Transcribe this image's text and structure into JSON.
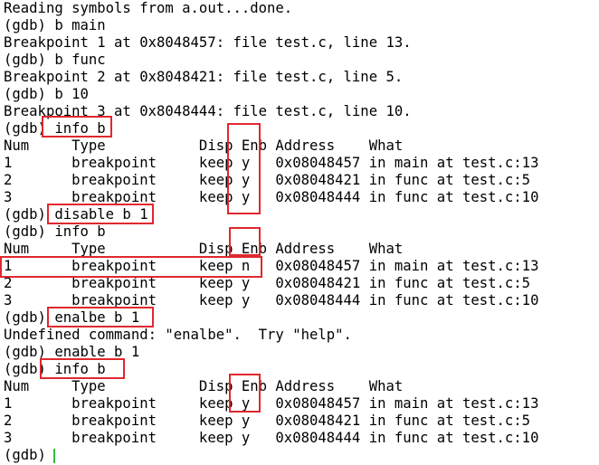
{
  "terminal": {
    "lines": [
      "Reading symbols from a.out...done.",
      "(gdb) b main",
      "Breakpoint 1 at 0x8048457: file test.c, line 13.",
      "(gdb) b func",
      "Breakpoint 2 at 0x8048421: file test.c, line 5.",
      "(gdb) b 10",
      "Breakpoint 3 at 0x8048444: file test.c, line 10.",
      "(gdb) info b",
      "Num     Type           Disp Enb Address    What",
      "1       breakpoint     keep y   0x08048457 in main at test.c:13",
      "2       breakpoint     keep y   0x08048421 in func at test.c:5",
      "3       breakpoint     keep y   0x08048444 in func at test.c:10",
      "(gdb) disable b 1",
      "(gdb) info b",
      "Num     Type           Disp Enb Address    What",
      "1       breakpoint     keep n   0x08048457 in main at test.c:13",
      "2       breakpoint     keep y   0x08048421 in func at test.c:5",
      "3       breakpoint     keep y   0x08048444 in func at test.c:10",
      "(gdb) enalbe b 1",
      "Undefined command: \"enalbe\".  Try \"help\".",
      "(gdb) enable b 1",
      "(gdb) info b",
      "Num     Type           Disp Enb Address    What",
      "1       breakpoint     keep y   0x08048457 in main at test.c:13",
      "2       breakpoint     keep y   0x08048421 in func at test.c:5",
      "3       breakpoint     keep y   0x08048444 in func at test.c:10",
      "(gdb) "
    ]
  },
  "colors": {
    "background": "#ffffff",
    "text": "#000000",
    "highlight_box": "#e0282e",
    "cursor": "#2fbf3a"
  }
}
